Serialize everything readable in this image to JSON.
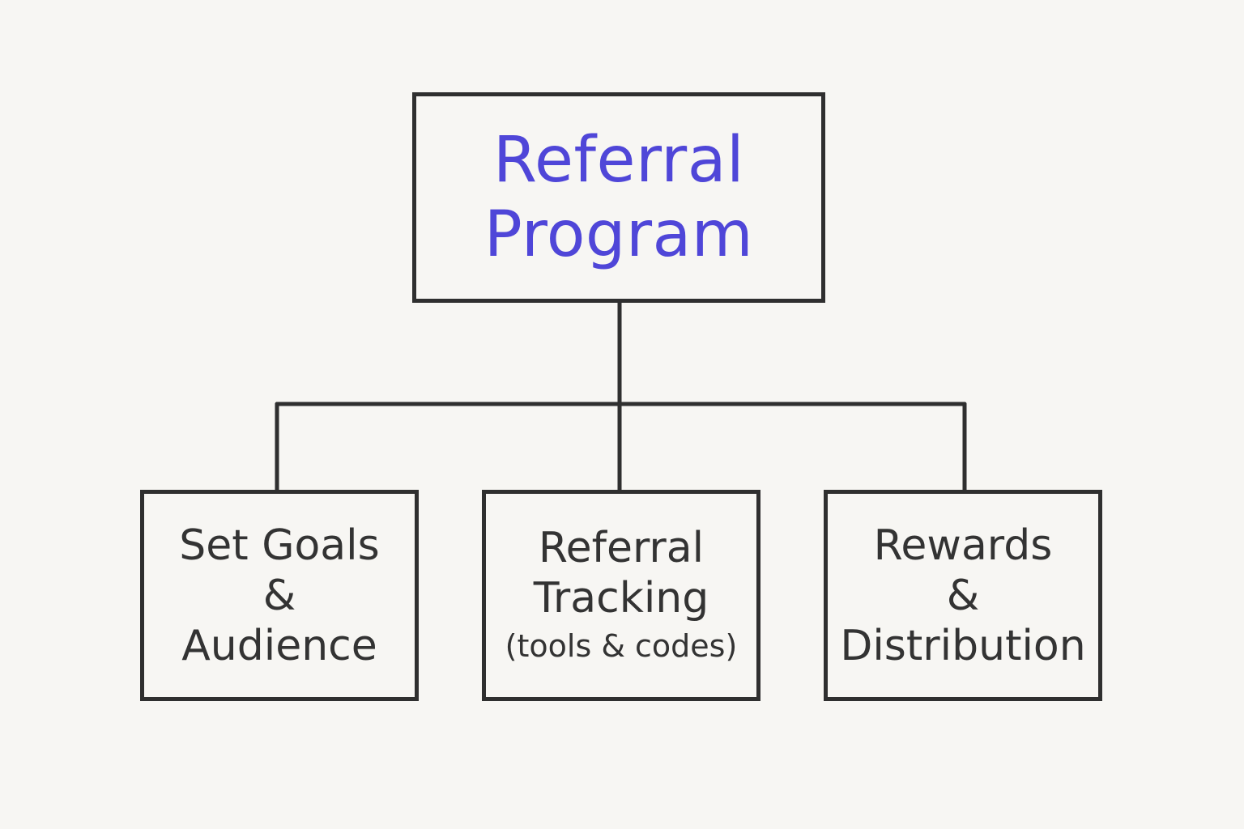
{
  "diagram": {
    "root": {
      "lines": [
        "Referral",
        "Program"
      ],
      "color": "#4f46d8"
    },
    "children": [
      {
        "lines": [
          "Set Goals",
          "&",
          "Audience"
        ]
      },
      {
        "lines": [
          "Referral",
          "Tracking",
          "(tools & codes)"
        ]
      },
      {
        "lines": [
          "Rewards",
          "&",
          "Distribution"
        ]
      }
    ],
    "colors": {
      "background": "#f7f6f3",
      "stroke": "#2f2f2f",
      "child_text": "#333333"
    }
  }
}
